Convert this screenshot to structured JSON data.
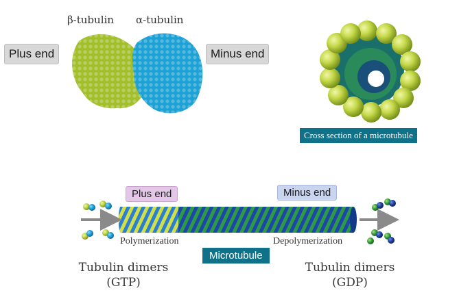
{
  "top": {
    "beta_label": "β-tubulin",
    "alpha_label": "α-tubulin",
    "plus_end": "Plus end",
    "minus_end": "Minus end",
    "cross_section_label": "Cross section of a microtubule"
  },
  "bottom": {
    "plus_end": "Plus end",
    "minus_end": "Minus end",
    "polymerization": "Polymerization",
    "depolymerization": "Depolymerization",
    "microtubule": "Microtubule",
    "left_dimers_line1": "Tubulin dimers",
    "left_dimers_line2": "(GTP)",
    "right_dimers_line1": "Tubulin dimers",
    "right_dimers_line2": "(GDP)"
  },
  "colors": {
    "beta_tubulin": "#a3bf2c",
    "alpha_tubulin": "#1ea2d6",
    "teal_label": "#0f7289",
    "arrow": "#8a8a8a"
  }
}
